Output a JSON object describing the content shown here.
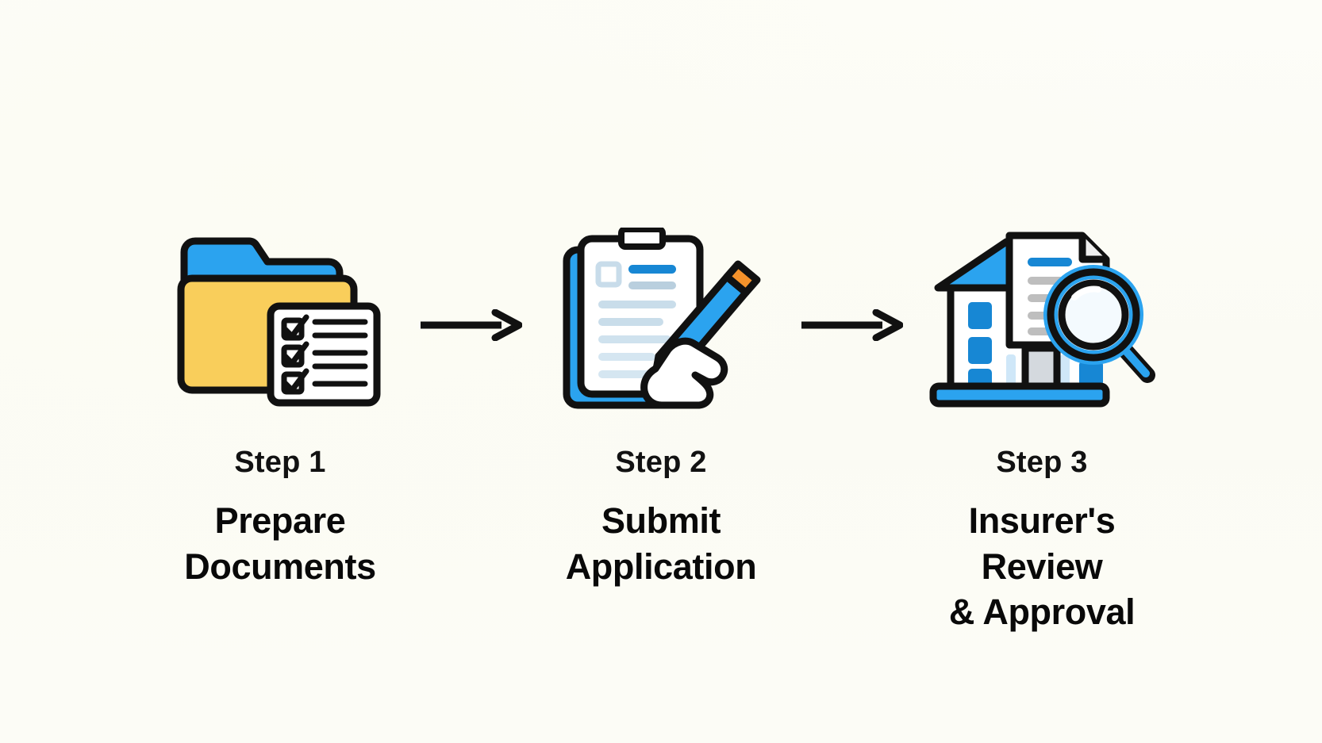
{
  "diagram": {
    "type": "process-flow",
    "orientation": "horizontal",
    "background_color": "#FCFCF6",
    "accent_blue": "#2BA3EF",
    "accent_blue_dark": "#1787D4",
    "accent_yellow": "#F9CE5B",
    "accent_orange": "#F5922B",
    "outline_color": "#111111",
    "text_color": "#0A0A0A",
    "steps": [
      {
        "step_label": "Step",
        "step_number": "1",
        "title": "Prepare\nDocuments",
        "icon_name": "folder-checklist-icon"
      },
      {
        "step_label": "Step",
        "step_number": "2",
        "title": "Submit\nApplication",
        "icon_name": "clipboard-hand-pen-icon"
      },
      {
        "step_label": "Step",
        "step_number": "3",
        "title": "Insurer's Review\n& Approval",
        "icon_name": "building-document-magnifier-icon"
      }
    ],
    "connectors": [
      {
        "icon_name": "arrow-right-icon",
        "from": "1",
        "to": "2"
      },
      {
        "icon_name": "arrow-right-icon",
        "from": "2",
        "to": "3"
      }
    ]
  }
}
